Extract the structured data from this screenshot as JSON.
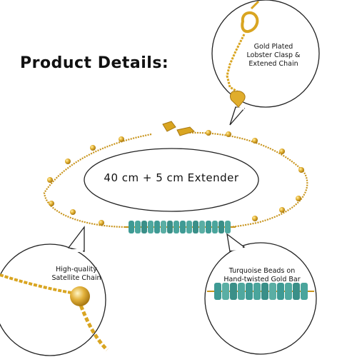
{
  "title": "Product Details:",
  "length_label": "40 cm + 5 cm Extender",
  "callouts": {
    "clasp": [
      "Gold Plated",
      "Lobster Clasp &",
      "Extened Chain"
    ],
    "chain": [
      "High-quality",
      "Satellite Chain"
    ],
    "beads": [
      "Turquoise Beads on",
      "Hand-twisted Gold Bar"
    ]
  },
  "colors": {
    "gold": "#d9a521",
    "gold_dark": "#b07f12",
    "turquoise": "#3e9a94",
    "outline": "#222222"
  }
}
